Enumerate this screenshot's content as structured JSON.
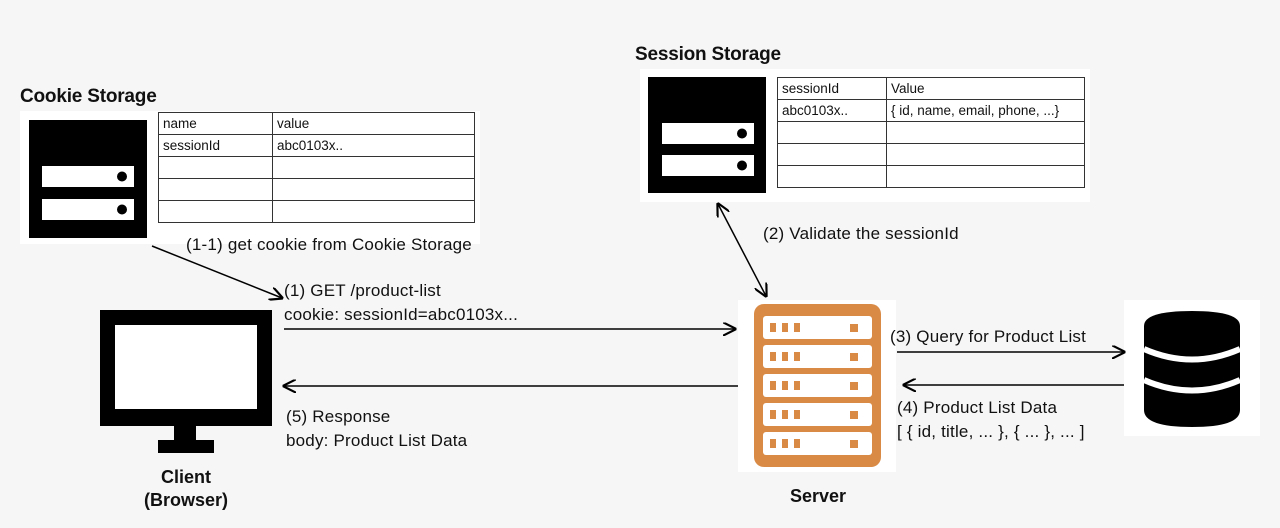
{
  "cookie_storage": {
    "title": "Cookie Storage",
    "table": {
      "headers": [
        "name",
        "value"
      ],
      "rows": [
        [
          "sessionId",
          "abc0103x.."
        ],
        [
          "",
          ""
        ],
        [
          "",
          ""
        ],
        [
          "",
          ""
        ]
      ]
    }
  },
  "session_storage": {
    "title": "Session Storage",
    "table": {
      "headers": [
        "sessionId",
        "Value"
      ],
      "rows": [
        [
          "abc0103x..",
          "{ id, name, email, phone, ...}"
        ],
        [
          "",
          ""
        ],
        [
          "",
          ""
        ],
        [
          "",
          ""
        ]
      ]
    }
  },
  "steps": {
    "s1_1": "(1-1) get cookie from Cookie Storage",
    "s1_line1": "(1) GET /product-list",
    "s1_line2": "cookie: sessionId=abc0103x...",
    "s2": "(2) Validate the sessionId",
    "s3": "(3) Query for Product List",
    "s4_line1": "(4) Product List Data",
    "s4_line2": "[ { id, title, ... }, { ... }, ... ]",
    "s5_line1": "(5)  Response",
    "s5_line2": "body: Product List Data"
  },
  "nodes": {
    "client_line1": "Client",
    "client_line2": "(Browser)",
    "server": "Server"
  },
  "colors": {
    "server_orange": "#d98a45",
    "icon_black": "#000000"
  },
  "icons": {
    "cookie_storage": "storage-server-icon",
    "session_storage": "storage-server-icon",
    "client": "monitor-icon",
    "server": "server-rack-icon",
    "database": "database-icon"
  }
}
